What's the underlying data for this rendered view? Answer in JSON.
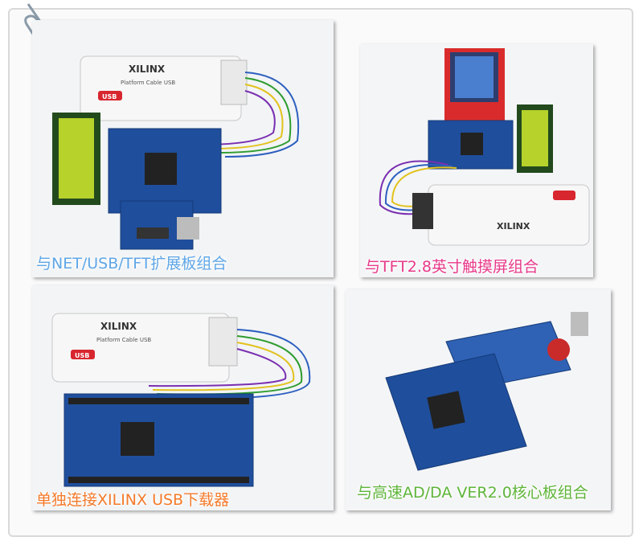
{
  "colors": {
    "caption_1": "#5fa6e6",
    "caption_2": "#e83a8a",
    "caption_3": "#f47a2a",
    "caption_4": "#5fb53a",
    "board_blue": "#1f4e9c",
    "lcd_green": "#b6d22b"
  },
  "icons": {
    "clip": "paperclip-icon"
  },
  "captions": {
    "net_usb_tft": "与NET/USB/TFT扩展板组合",
    "tft_touch": "与TFT2.8英寸触摸屏组合",
    "xilinx_usb": "单独连接XILINX USB下载器",
    "ad_da": "与高速AD/DA VER2.0核心板组合"
  },
  "labels": {
    "xilinx": "XILINX",
    "platform_cable": "Platform Cable USB",
    "usb": "USB",
    "xilinx_2": "XILINX",
    "platform_cable_2": "Platform Cable USB",
    "usb_2": "USB",
    "xilinx_3": "XILINX"
  }
}
